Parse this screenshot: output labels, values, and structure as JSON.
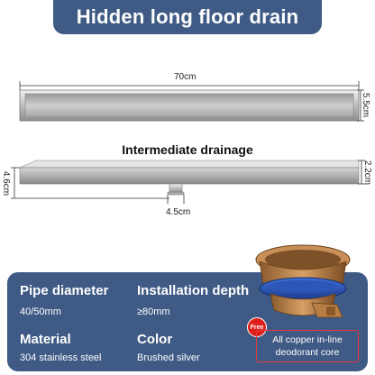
{
  "banner": {
    "title": "Hidden long floor drain"
  },
  "top_view": {
    "length_label": "70cm",
    "width_label": "5.5cm"
  },
  "side_view": {
    "title": "Intermediate drainage",
    "height_label_left": "4.6cm",
    "height_label_right": "2.2cm",
    "outlet_label": "4.5cm"
  },
  "specs": {
    "pipe_diameter": {
      "label": "Pipe diameter",
      "value": "40/50mm"
    },
    "installation_depth": {
      "label": "Installation depth",
      "value": "≥80mm"
    },
    "material": {
      "label": "Material",
      "value": "304 stainless steel"
    },
    "color": {
      "label": "Color",
      "value": "Brushed silver"
    }
  },
  "promo": {
    "badge": "Free",
    "line1": "All copper in-line",
    "line2": "deodorant core"
  },
  "colors": {
    "banner_bg": "#3f5a85",
    "panel_bg": "#3f5a85",
    "accent_red": "#e0201c"
  }
}
